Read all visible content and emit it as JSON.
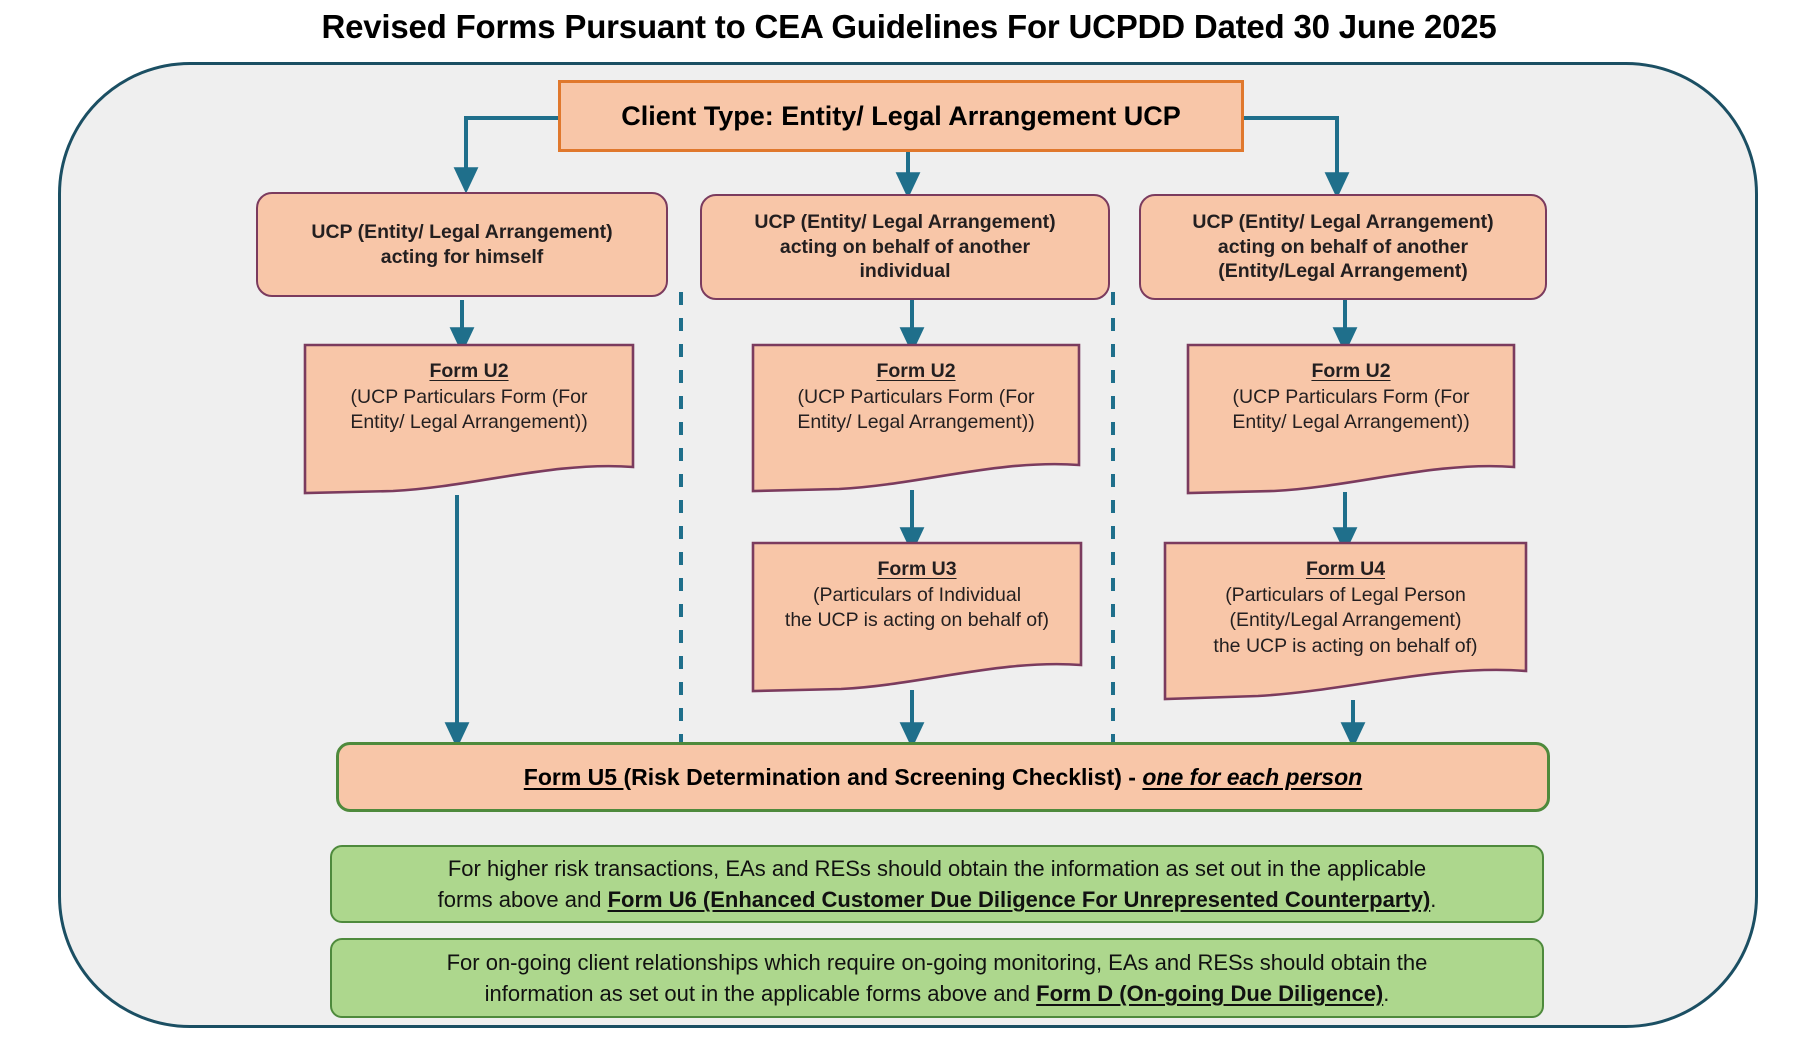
{
  "title": "Revised Forms Pursuant to CEA Guidelines For UCPDD Dated 30 June 2025",
  "colors": {
    "panel_border": "#1b4f63",
    "panel_fill": "#efefef",
    "peach_fill": "#f8c6a8",
    "orange_border": "#e0782d",
    "maroon_border": "#7b3b5e",
    "green_border": "#4e8a3c",
    "green_fill": "#add78d",
    "connector": "#1f6f8b"
  },
  "client_box": {
    "label": "Client Type: Entity/ Legal Arrangement UCP"
  },
  "branches": [
    {
      "id": "acting-for-himself",
      "header": "UCP (Entity/ Legal Arrangement) acting for himself",
      "header_lines": [
        "UCP (Entity/ Legal Arrangement)",
        "acting for himself"
      ],
      "forms": [
        {
          "id": "form-u2-col1",
          "title": "Form U2",
          "desc_lines": [
            "(UCP Particulars Form (For",
            "Entity/ Legal Arrangement))"
          ]
        }
      ]
    },
    {
      "id": "acting-for-another-individual",
      "header": "UCP (Entity/ Legal Arrangement) acting on behalf of another individual",
      "header_lines": [
        "UCP (Entity/ Legal Arrangement)",
        "acting on behalf of another",
        "individual"
      ],
      "forms": [
        {
          "id": "form-u2-col2",
          "title": "Form U2",
          "desc_lines": [
            "(UCP Particulars Form (For",
            "Entity/ Legal Arrangement))"
          ]
        },
        {
          "id": "form-u3",
          "title": "Form U3",
          "desc_lines": [
            "(Particulars of Individual",
            "the UCP is acting on behalf of)"
          ]
        }
      ]
    },
    {
      "id": "acting-for-another-entity",
      "header": "UCP (Entity/ Legal Arrangement) acting on behalf of another (Entity/Legal Arrangement)",
      "header_lines": [
        "UCP (Entity/ Legal Arrangement)",
        "acting on behalf of another",
        "(Entity/Legal Arrangement)"
      ],
      "forms": [
        {
          "id": "form-u2-col3",
          "title": "Form U2",
          "desc_lines": [
            "(UCP Particulars Form (For",
            "Entity/ Legal Arrangement))"
          ]
        },
        {
          "id": "form-u4",
          "title": "Form U4",
          "desc_lines": [
            "(Particulars of Legal Person",
            "(Entity/Legal Arrangement)",
            "the UCP is acting on behalf of)"
          ]
        }
      ]
    }
  ],
  "u5_bar": {
    "form_label": "Form U5 ",
    "middle": "(Risk Determination and Screening Checklist) - ",
    "emphasis": "one for each person"
  },
  "notes": [
    {
      "id": "higher-risk-note",
      "line1": "For higher risk transactions, EAs and RESs should obtain the information as set out in the applicable",
      "line2_pre": "forms above and ",
      "line2_strong": "Form U6 (Enhanced Customer Due Diligence For Unrepresented Counterparty)",
      "line2_post": "."
    },
    {
      "id": "ongoing-note",
      "line1": "For on-going client relationships which require on-going monitoring, EAs and RESs should obtain the",
      "line2_pre": "information as set out in the applicable forms above and ",
      "line2_strong": "Form D (On-going Due Diligence)",
      "line2_post": "."
    }
  ]
}
